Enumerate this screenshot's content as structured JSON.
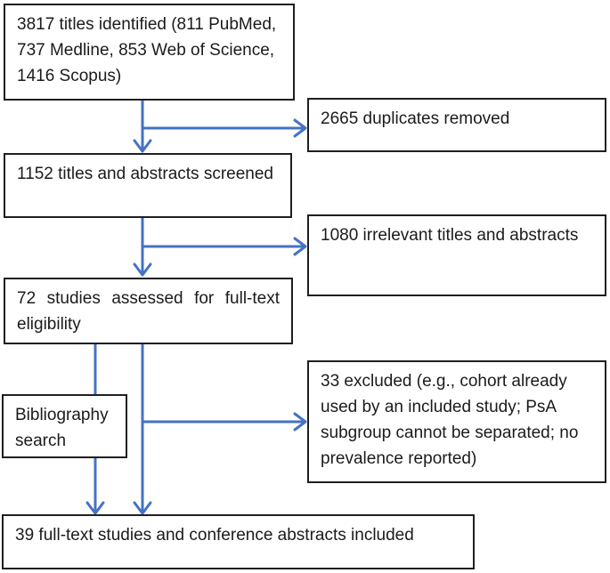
{
  "diagram": {
    "type": "flowchart",
    "accent_color": "#4472C4",
    "box_border_color": "#1f1f1f",
    "background_color": "#ffffff",
    "nodes": {
      "identified": "3817 titles identified (811 PubMed, 737 Medline, 853 Web of Science, 1416 Scopus)",
      "duplicates_removed": "2665 duplicates removed",
      "screened": "1152 titles and abstracts screened",
      "irrelevant": "1080 irrelevant titles and abstracts",
      "fulltext_assessed": "72 studies assessed for full-text eligibility",
      "bibliography_search": "Bibliography search",
      "excluded": "33 excluded (e.g., cohort already used by an included study; PsA subgroup cannot be separated; no prevalence reported)",
      "included": "39 full-text studies and conference abstracts included"
    }
  }
}
